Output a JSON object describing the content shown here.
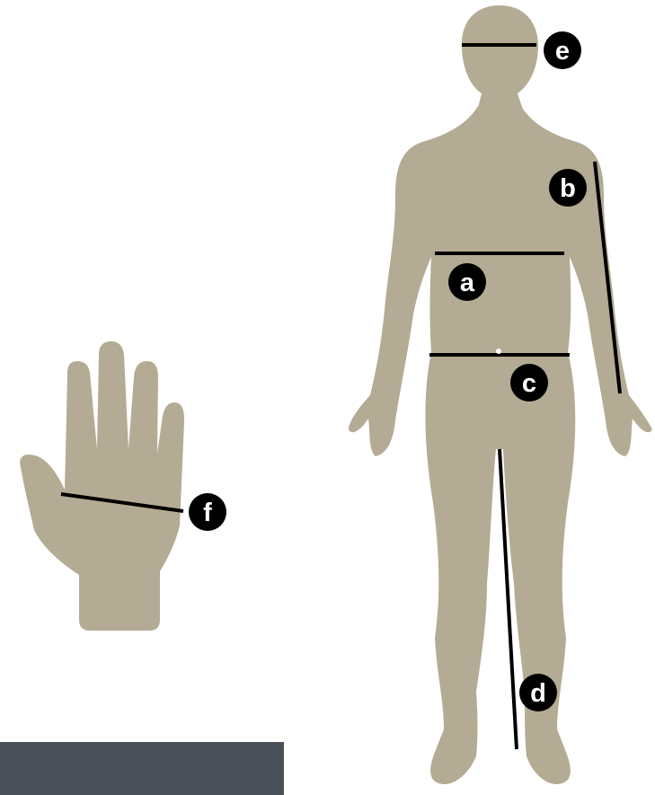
{
  "colors": {
    "silhouette": "#b3ab94",
    "line": "#000000",
    "marker": "#000000",
    "marker_text": "#ffffff",
    "footer_bar": "#4a5058",
    "background": "#ffffff"
  },
  "markers": {
    "a": "a",
    "b": "b",
    "c": "c",
    "d": "d",
    "e": "e",
    "f": "f"
  }
}
